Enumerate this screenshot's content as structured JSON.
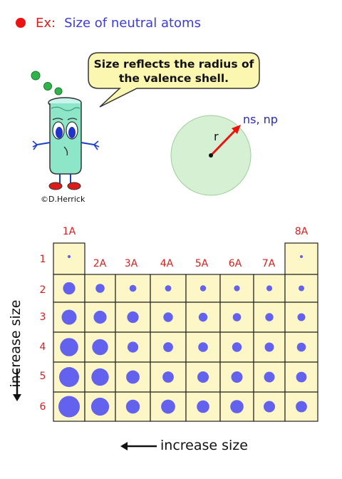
{
  "header": {
    "bullet_color": "#ee1111",
    "prefix": "Ex:",
    "title": "Size of neutral atoms"
  },
  "speech": {
    "text": "Size reflects the radius of the valence shell."
  },
  "credit": "©D.Herrick",
  "shell": {
    "radius_label": "r",
    "shell_label": "ns, np",
    "fill": "#d6f0d3",
    "arrow_color": "#ee1111"
  },
  "table": {
    "groups": [
      "1A",
      "2A",
      "3A",
      "4A",
      "5A",
      "6A",
      "7A",
      "8A"
    ],
    "periods": [
      "1",
      "2",
      "3",
      "4",
      "5",
      "6"
    ],
    "cell_fill": "#fdf6c6",
    "dot_color": "#6262ee",
    "atomic_radius_pm": [
      [
        37,
        null,
        null,
        null,
        null,
        null,
        null,
        31
      ],
      [
        152,
        112,
        85,
        77,
        75,
        73,
        72,
        71
      ],
      [
        186,
        160,
        143,
        118,
        110,
        103,
        100,
        98
      ],
      [
        227,
        197,
        135,
        122,
        120,
        119,
        114,
        112
      ],
      [
        248,
        215,
        166,
        140,
        141,
        142,
        133,
        131
      ],
      [
        265,
        222,
        171,
        175,
        155,
        164,
        142,
        140
      ]
    ]
  },
  "axes": {
    "vertical_label": "increase size",
    "horizontal_label": "increase size"
  }
}
